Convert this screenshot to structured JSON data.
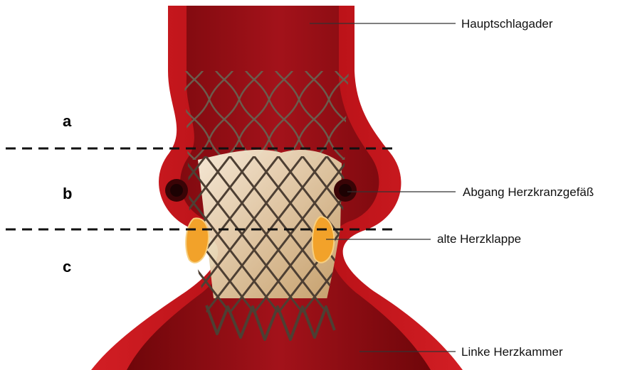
{
  "regions": {
    "a": "a",
    "b": "b",
    "c": "c"
  },
  "labels": {
    "aorta": "Hauptschlagader",
    "coronary_ostium": "Abgang Herzkranzgefäß",
    "old_valve": "alte Herzklappe",
    "left_ventricle": "Linke Herzkammer"
  },
  "colors": {
    "vessel_wall": "#c8171d",
    "vessel_lumen": "#8c0b10",
    "stent_metal": "#5a4a3c",
    "valve_tissue": "#e8d7a8",
    "old_valve": "#f2a22a"
  }
}
